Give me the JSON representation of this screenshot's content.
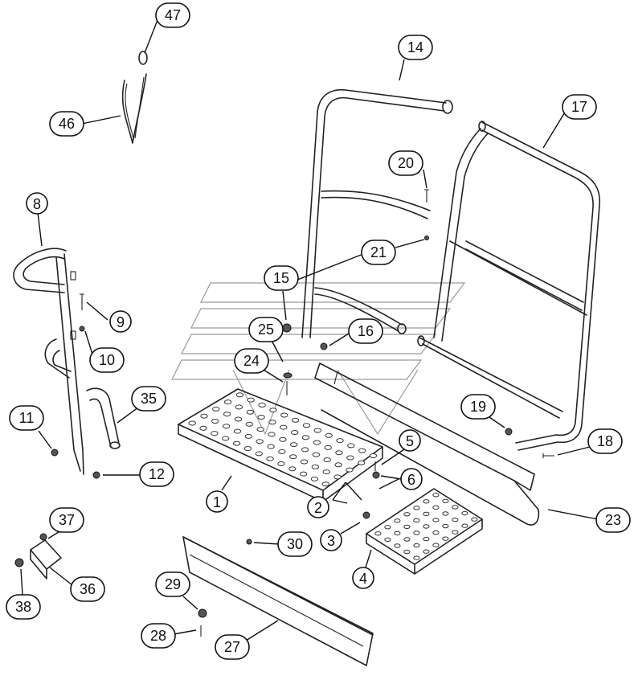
{
  "callouts": [
    {
      "id": "c47",
      "label": "47"
    },
    {
      "id": "c46",
      "label": "46"
    },
    {
      "id": "c14",
      "label": "14"
    },
    {
      "id": "c17",
      "label": "17"
    },
    {
      "id": "c20",
      "label": "20"
    },
    {
      "id": "c8",
      "label": "8"
    },
    {
      "id": "c21",
      "label": "21"
    },
    {
      "id": "c15",
      "label": "15"
    },
    {
      "id": "c9",
      "label": "9"
    },
    {
      "id": "c25",
      "label": "25"
    },
    {
      "id": "c16",
      "label": "16"
    },
    {
      "id": "c10",
      "label": "10"
    },
    {
      "id": "c24",
      "label": "24"
    },
    {
      "id": "c35",
      "label": "35"
    },
    {
      "id": "c19",
      "label": "19"
    },
    {
      "id": "c11",
      "label": "11"
    },
    {
      "id": "c5",
      "label": "5"
    },
    {
      "id": "c18",
      "label": "18"
    },
    {
      "id": "c6",
      "label": "6"
    },
    {
      "id": "c12",
      "label": "12"
    },
    {
      "id": "c1",
      "label": "1"
    },
    {
      "id": "c2",
      "label": "2"
    },
    {
      "id": "c23",
      "label": "23"
    },
    {
      "id": "c37",
      "label": "37"
    },
    {
      "id": "c3",
      "label": "3"
    },
    {
      "id": "c30",
      "label": "30"
    },
    {
      "id": "c36",
      "label": "36"
    },
    {
      "id": "c4",
      "label": "4"
    },
    {
      "id": "c29",
      "label": "29"
    },
    {
      "id": "c38",
      "label": "38"
    },
    {
      "id": "c28",
      "label": "28"
    },
    {
      "id": "c27",
      "label": "27"
    }
  ]
}
